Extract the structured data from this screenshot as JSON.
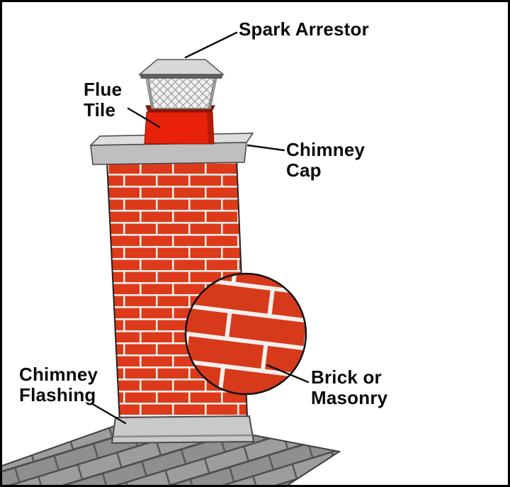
{
  "diagram": {
    "labels": {
      "spark_arrestor": "Spark Arrestor",
      "flue_tile": "Flue\nTile",
      "chimney_cap": "Chimney\nCap",
      "brick_or_masonry": "Brick or\nMasonry",
      "chimney_flashing": "Chimney\nFlashing"
    },
    "colors": {
      "brick_red": "#dc3a1a",
      "mortar_white": "#f4efec",
      "flue_tile_red": "#e8220a",
      "chimney_cap_gray": "#bfbfbf",
      "roof_gray": "#979797",
      "flashing_gray": "#c9c9c9",
      "outline_black": "#111111",
      "background": "#ffffff"
    }
  }
}
